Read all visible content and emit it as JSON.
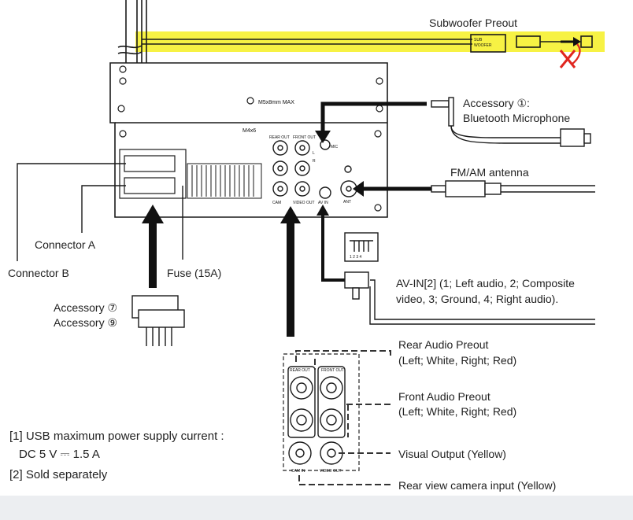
{
  "labels": {
    "subwoofer_preout": "Subwoofer Preout",
    "sub_woofer_tag_1": "SUB",
    "sub_woofer_tag_2": "WOOFER",
    "screw_spec": "M5x8mm MAX",
    "m4x6": "M4x6",
    "accessory1_line1": "Accessory ①:",
    "accessory1_line2": "Bluetooth Microphone",
    "fm_am_antenna": "FM/AM antenna",
    "connector_a": "Connector A",
    "connector_b": "Connector B",
    "fuse": "Fuse (15A)",
    "accessory7": "Accessory ⑦",
    "accessory8": "Accessory ⑨",
    "av_in_line1": "AV-IN[2] (1; Left audio, 2; Composite",
    "av_in_line2": "video, 3; Ground, 4; Right audio).",
    "av_plug_numbers": "1 2 3 4",
    "rear_audio_line1": "Rear Audio Preout",
    "rear_audio_line2": "(Left; White, Right; Red)",
    "front_audio_line1": "Front Audio Preout",
    "front_audio_line2": "(Left; White, Right; Red)",
    "visual_output": "Visual Output (Yellow)",
    "rear_camera": "Rear view camera input (Yellow)",
    "note1_line1": "[1] USB maximum power supply current :",
    "note1_line2": "DC 5 V ⎓ 1.5 A",
    "note2": "[2] Sold separately"
  },
  "unit_labels": {
    "rear_out": "REAR OUT",
    "front_out": "FRONT OUT",
    "mic": "MIC",
    "cam": "CAM",
    "video_out": "VIDEO OUT",
    "av_in": "AV IN",
    "ant": "ANT",
    "l": "L",
    "r": "R",
    "cam_in": "CAM IN",
    "video_out_2": "VIDEO OUT",
    "rear_out_2": "REAR OUT",
    "front_out_2": "FRONT OUT"
  },
  "colors": {
    "highlight": "#f7f13a",
    "red_mark": "#e0261f",
    "line": "#1a1a1a"
  }
}
